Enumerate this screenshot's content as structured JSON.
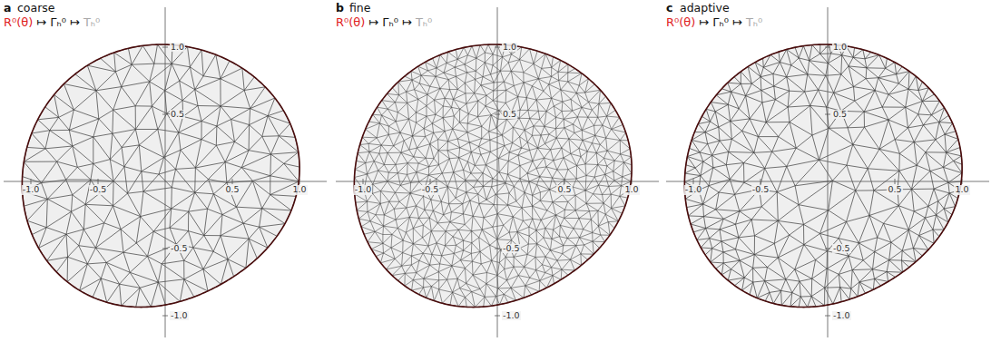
{
  "diagram": {
    "labels": [
      "a",
      "coarse",
      "R⁰(θ)",
      "↦",
      "Γₕ⁰",
      "↦",
      "Tₕ⁰",
      "-1.0",
      "-0.5",
      "0.5",
      "1.0",
      "1.0",
      "0.5",
      "-0.5",
      "-1.0",
      "b",
      "fine",
      "R⁰(θ)",
      "↦",
      "Γₕ⁰",
      "↦",
      "Tₕ⁰",
      "-1.0",
      "-0.5",
      "0.5",
      "1.0",
      "1.0",
      "0.5",
      "-0.5",
      "-1.0",
      "c",
      "adaptive",
      "R⁰(θ)",
      "↦",
      "Γₕ⁰",
      "↦",
      "Tₕ⁰",
      "-1.0",
      "-0.5",
      "0.5",
      "1.0",
      "1.0",
      "0.5",
      "-0.5",
      "-1.0"
    ]
  }
}
